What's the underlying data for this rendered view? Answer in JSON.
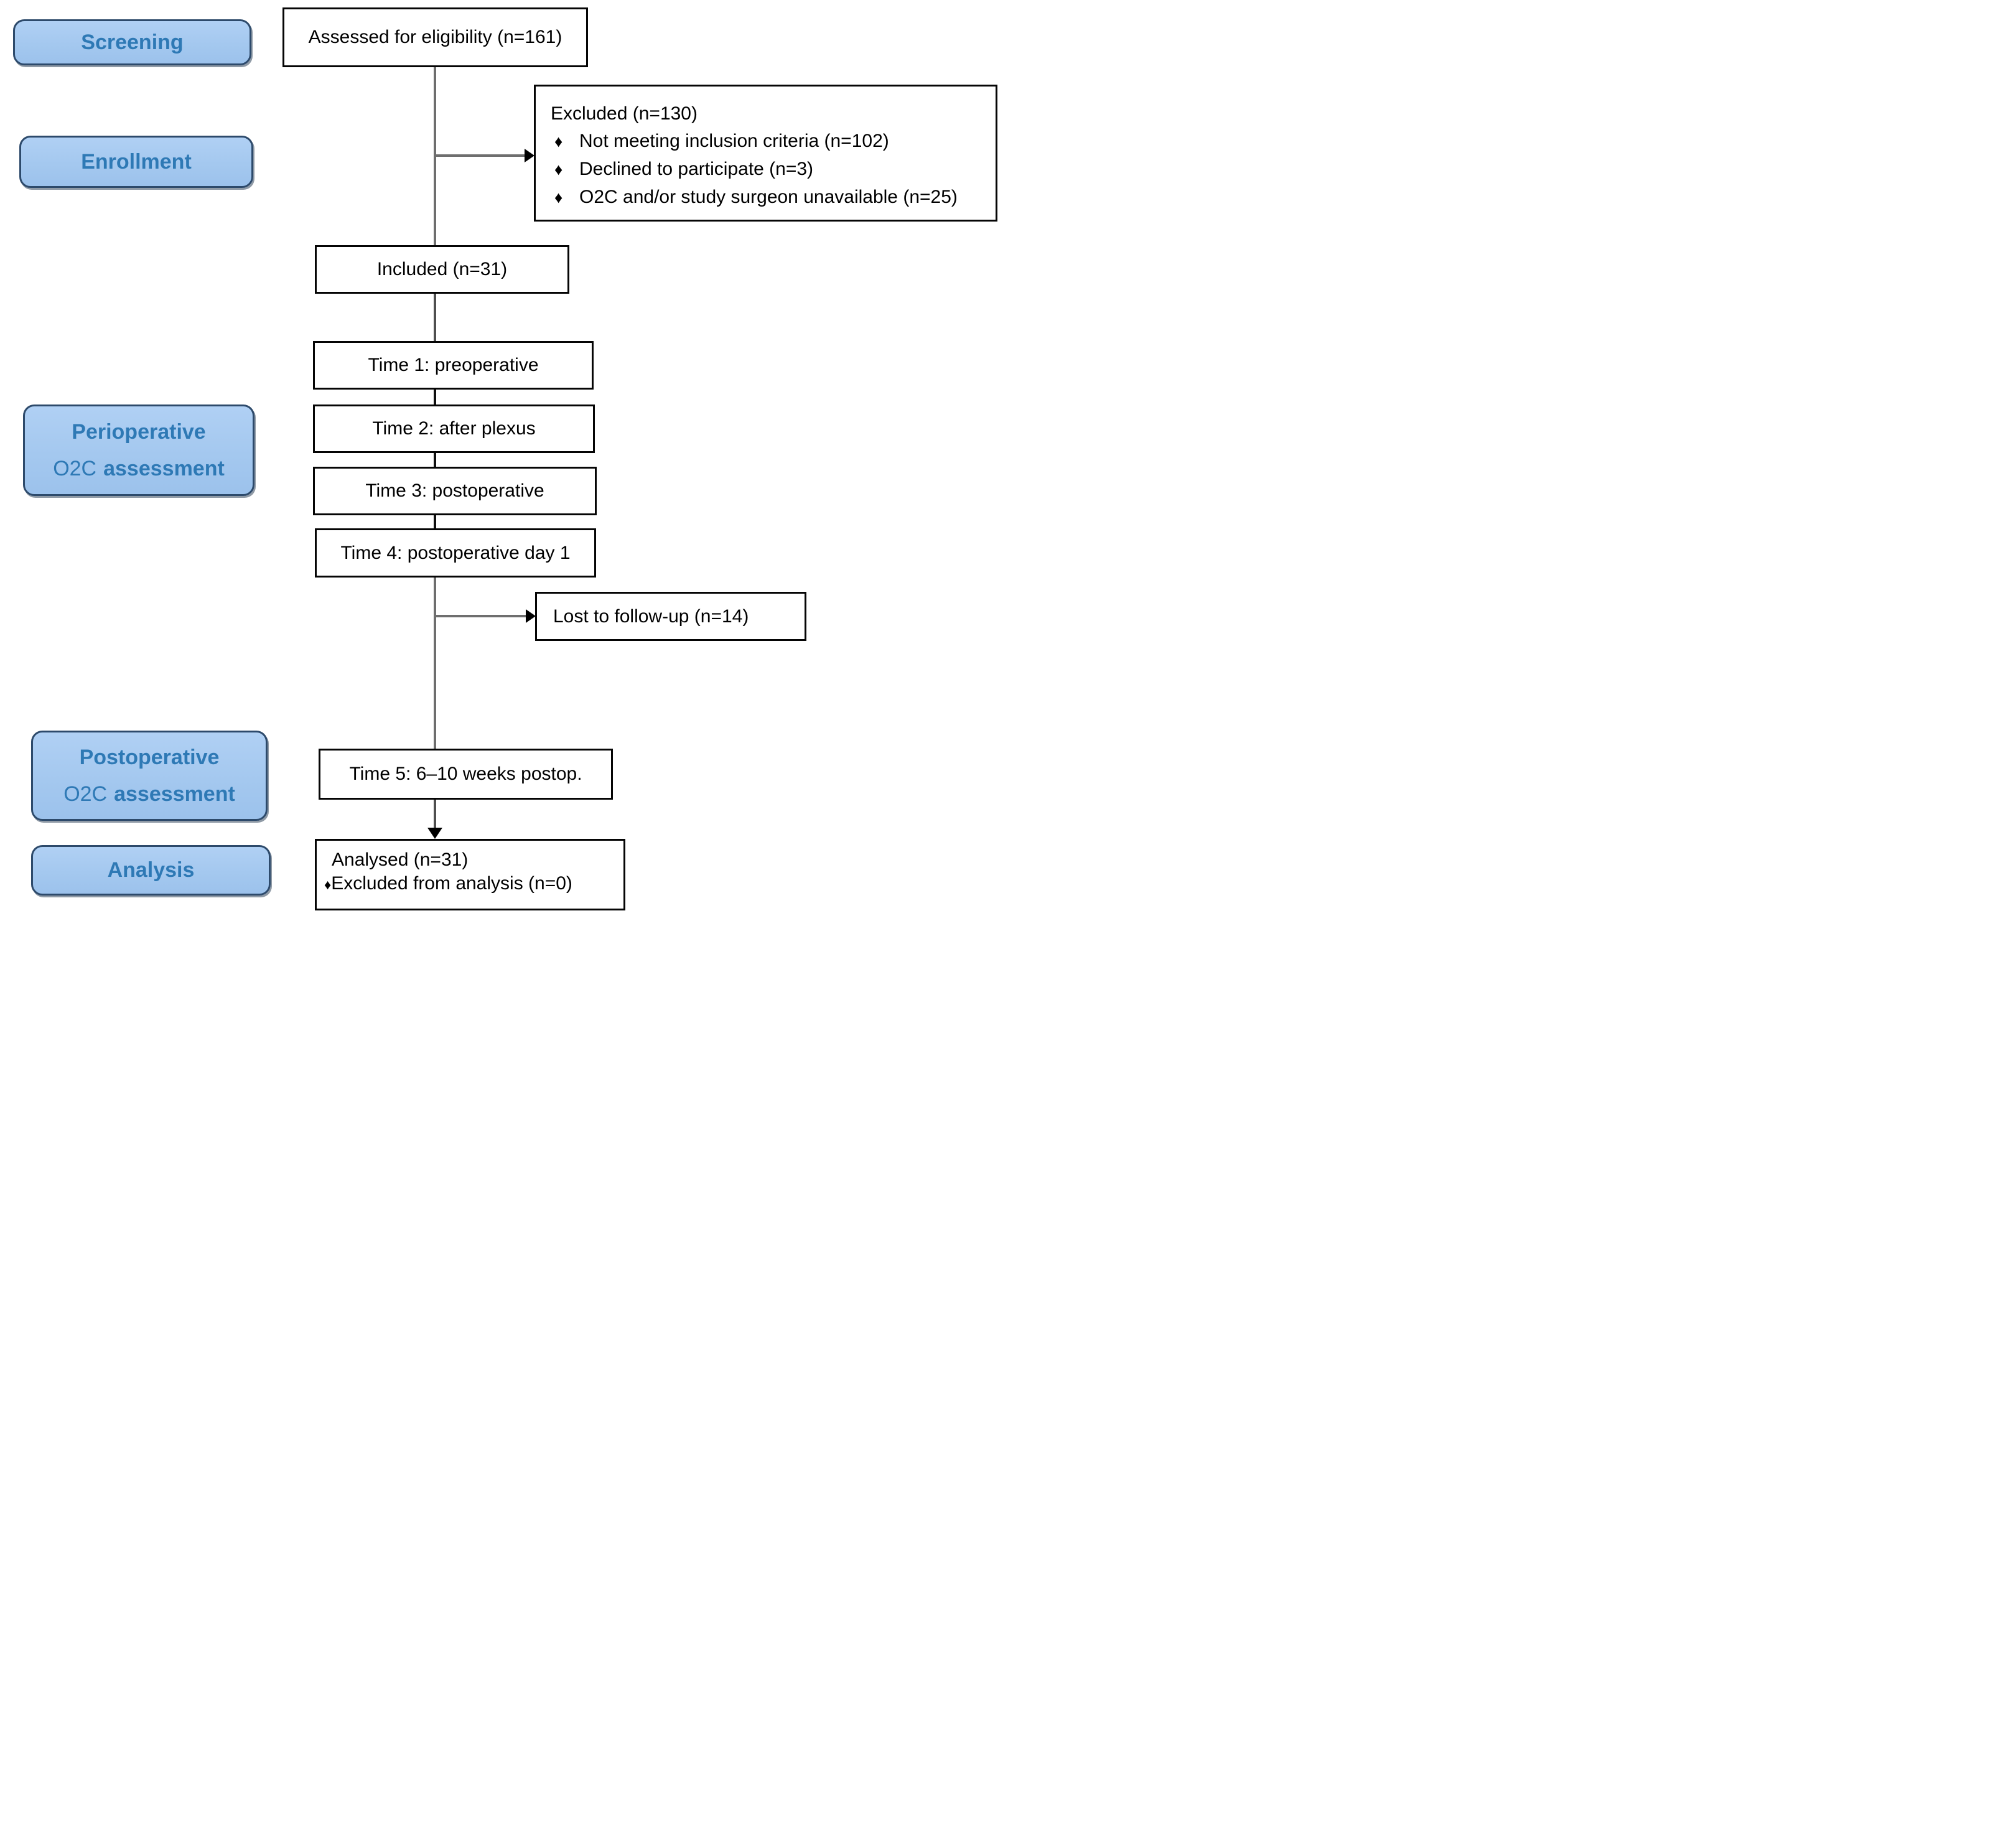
{
  "figure": {
    "kind": "study-flow-diagram",
    "bullet_glyph": "♦"
  },
  "stages": [
    {
      "label": "Screening"
    },
    {
      "label": "Enrollment"
    },
    {
      "line1": "Perioperative",
      "line2_normal": "O2C",
      "line2_bold": "assessment"
    },
    {
      "line1": "Postoperative",
      "line2_normal": "O2C",
      "line2_bold": "assessment"
    },
    {
      "label": "Analysis"
    }
  ],
  "flow": {
    "assessed": "Assessed for eligibility (n=161)",
    "excluded": {
      "title": "Excluded (n=130)",
      "bullet": "♦",
      "items": [
        "Not meeting inclusion criteria (n=102)",
        "Declined to participate (n=3)",
        "O2C and/or study surgeon unavailable (n=25)"
      ]
    },
    "included": "Included (n=31)",
    "times": [
      "Time 1: preoperative",
      "Time 2: after plexus",
      "Time 3: postoperative",
      "Time 4: postoperative day 1"
    ],
    "lost": "Lost to follow-up (n=14)",
    "time5": "Time 5: 6–10 weeks postop.",
    "analysed": {
      "line1": "Analysed (n=31)",
      "bullet": "♦",
      "line2": "Excluded from analysis (n=0)"
    }
  },
  "colors": {
    "stage_fill": "#a4c8ef",
    "stage_border": "#2d4a6b",
    "stage_text": "#2e79b5",
    "box_border": "#050505",
    "box_text": "#000000",
    "connector_gray": "#6e6e6e",
    "arrowhead": "#000000",
    "background": "#ffffff"
  }
}
